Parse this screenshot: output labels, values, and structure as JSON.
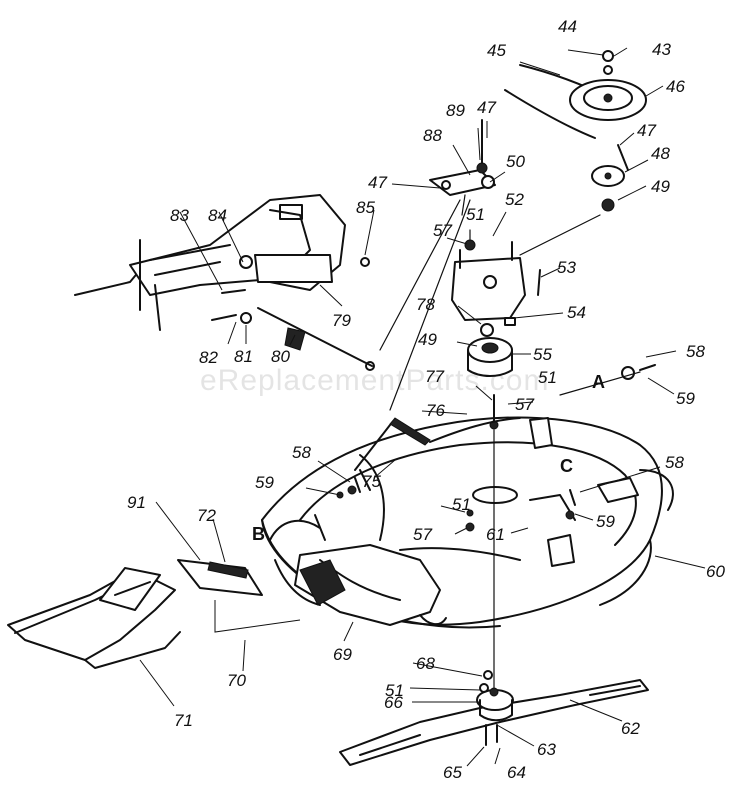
{
  "watermark": "eReplacementParts.com",
  "letters": [
    "A",
    "B",
    "C"
  ],
  "labels": [
    {
      "id": "43",
      "t": "43"
    },
    {
      "id": "44",
      "t": "44"
    },
    {
      "id": "45",
      "t": "45"
    },
    {
      "id": "46",
      "t": "46"
    },
    {
      "id": "47a",
      "t": "47"
    },
    {
      "id": "47b",
      "t": "47"
    },
    {
      "id": "47c",
      "t": "47"
    },
    {
      "id": "48",
      "t": "48"
    },
    {
      "id": "49a",
      "t": "49"
    },
    {
      "id": "49b",
      "t": "49"
    },
    {
      "id": "50",
      "t": "50"
    },
    {
      "id": "51a",
      "t": "51"
    },
    {
      "id": "51b",
      "t": "51"
    },
    {
      "id": "51c",
      "t": "51"
    },
    {
      "id": "51d",
      "t": "51"
    },
    {
      "id": "52",
      "t": "52"
    },
    {
      "id": "53",
      "t": "53"
    },
    {
      "id": "54",
      "t": "54"
    },
    {
      "id": "55",
      "t": "55"
    },
    {
      "id": "57a",
      "t": "57"
    },
    {
      "id": "57b",
      "t": "57"
    },
    {
      "id": "57c",
      "t": "57"
    },
    {
      "id": "58a",
      "t": "58"
    },
    {
      "id": "58b",
      "t": "58"
    },
    {
      "id": "58c",
      "t": "58"
    },
    {
      "id": "59a",
      "t": "59"
    },
    {
      "id": "59b",
      "t": "59"
    },
    {
      "id": "59c",
      "t": "59"
    },
    {
      "id": "60",
      "t": "60"
    },
    {
      "id": "61",
      "t": "61"
    },
    {
      "id": "62",
      "t": "62"
    },
    {
      "id": "63",
      "t": "63"
    },
    {
      "id": "64",
      "t": "64"
    },
    {
      "id": "65",
      "t": "65"
    },
    {
      "id": "66",
      "t": "66"
    },
    {
      "id": "68",
      "t": "68"
    },
    {
      "id": "69",
      "t": "69"
    },
    {
      "id": "70",
      "t": "70"
    },
    {
      "id": "71",
      "t": "71"
    },
    {
      "id": "72",
      "t": "72"
    },
    {
      "id": "75",
      "t": "75"
    },
    {
      "id": "76",
      "t": "76"
    },
    {
      "id": "77",
      "t": "77"
    },
    {
      "id": "78",
      "t": "78"
    },
    {
      "id": "79",
      "t": "79"
    },
    {
      "id": "80",
      "t": "80"
    },
    {
      "id": "81",
      "t": "81"
    },
    {
      "id": "82",
      "t": "82"
    },
    {
      "id": "83",
      "t": "83"
    },
    {
      "id": "84",
      "t": "84"
    },
    {
      "id": "85",
      "t": "85"
    },
    {
      "id": "88",
      "t": "88"
    },
    {
      "id": "89",
      "t": "89"
    },
    {
      "id": "91",
      "t": "91"
    }
  ]
}
